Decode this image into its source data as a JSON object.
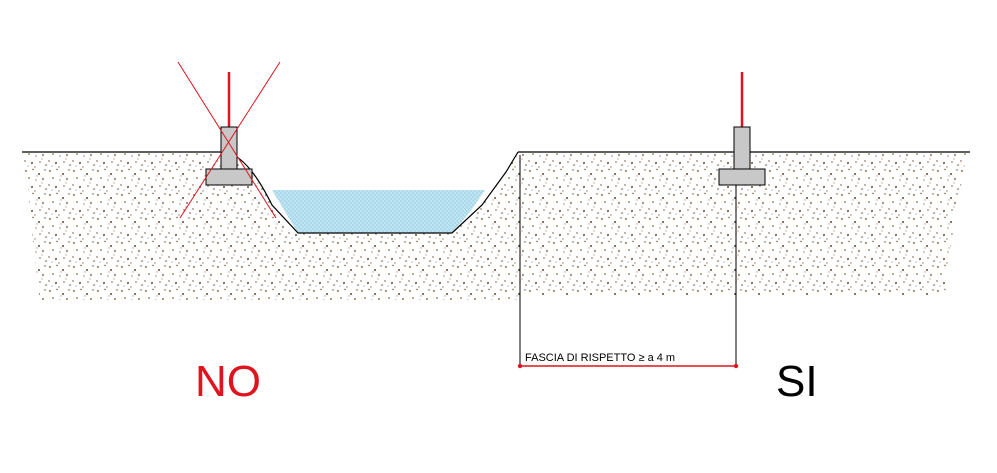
{
  "labels": {
    "no": "NO",
    "si": "SI",
    "band": "FASCIA DI RISPETTO ≥ a 4 m"
  },
  "colors": {
    "soil_dot": "#6b4a2a",
    "water": "#aadcec",
    "water_dot": "#7fbfd8",
    "concrete": "#c8c8c8",
    "no_red": "#e0141e",
    "si_black": "#000000",
    "line": "#000000"
  },
  "icons": {
    "no_mark": "cross-mark-icon",
    "post": "post-footing-icon"
  }
}
